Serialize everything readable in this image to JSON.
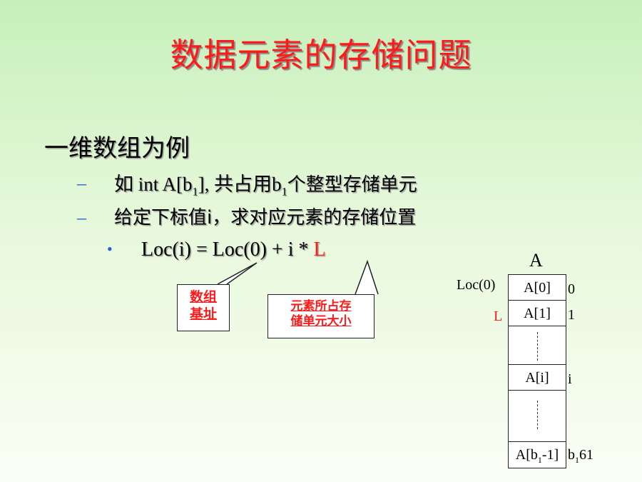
{
  "title": "数据元素的存储问题",
  "heading": "一维数组为例",
  "dash_symbol": "–",
  "bullet_symbol": "•",
  "item1": {
    "pre": "如 int A[b",
    "sub": "1",
    "mid": "], 共占用b",
    "sub2": "1",
    "post": "个整型存储单元"
  },
  "item2": "给定下标值i，求对应元素的存储位置",
  "formula": {
    "main": "Loc(i) = Loc(0) + i * ",
    "L": "L"
  },
  "callout_base": {
    "line1": "数组",
    "line2": "基址"
  },
  "callout_size": {
    "line1": "元素所占存",
    "line2": "储单元大小"
  },
  "array": {
    "name": "A",
    "loc_label": "Loc(0)",
    "L_label": "L",
    "cells": [
      {
        "label": "A[0]",
        "index": "0"
      },
      {
        "label": "A[1]",
        "index": "1"
      },
      {
        "label": "",
        "index": ""
      },
      {
        "label": "A[i]",
        "index": "i"
      },
      {
        "label": "",
        "index": ""
      },
      {
        "label_pre": "A[b",
        "label_sub": "1",
        "label_post": "-1]",
        "index_pre": "b",
        "index_sub": "1",
        "index_post": "61"
      }
    ]
  },
  "colors": {
    "red": "#ff1a1a",
    "blue": "#2a5bd7"
  }
}
